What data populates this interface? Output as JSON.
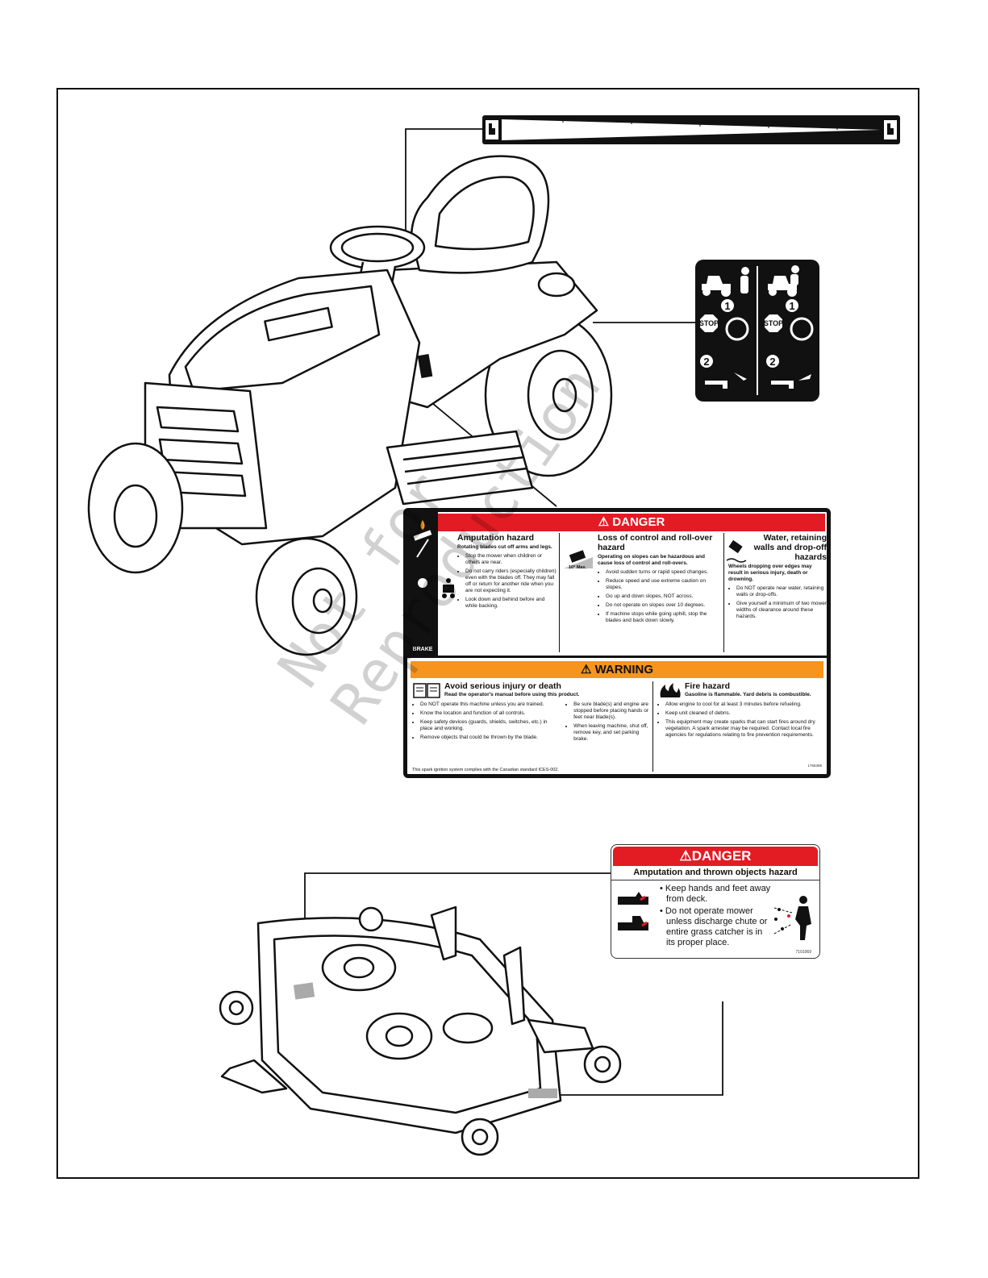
{
  "watermark": {
    "line1": "Not for",
    "line2": "Reproduction"
  },
  "pictogram_decal": {
    "step1": "1",
    "step2": "2",
    "stop_text": "STOP"
  },
  "main_decal": {
    "brake_label": "BRAKE",
    "danger_label": "DANGER",
    "amputation": {
      "title": "Amputation hazard",
      "subtitle": "Rotating blades cut off arms and legs.",
      "items": [
        "Stop the mower when children or others are near.",
        "Do not carry riders (especially children) even with the blades off. They may fall off or return for another ride when you  are not expecting it.",
        "Look down and behind before and while backing."
      ]
    },
    "rollover": {
      "title": "Loss of control and roll-over hazard",
      "slope_label": "10° Max.",
      "subtitle": "Operating on slopes can be hazardous and cause loss of control and roll-overs.",
      "items": [
        "Avoid sudden turns or rapid speed changes.",
        "Reduce speed and use extreme caution on slopes.",
        "Go up and down slopes, NOT across.",
        "Do not operate on slopes over 10 degrees.",
        "If machine stops while going uphill, stop the blades and back down slowly."
      ]
    },
    "water": {
      "title": "Water, retaining walls and drop-off hazards",
      "subtitle": "Wheels dropping over edges may result in serious injury, death or drowning.",
      "items": [
        "Do NOT operate near water, retaining walls or drop-offs.",
        "Give yourself a minimum of two mower widths of clearance around these hazards."
      ]
    },
    "warning_label": "WARNING",
    "injury": {
      "title": "Avoid serious injury or death",
      "subtitle": "Read the operator's manual before using this product.",
      "items_left": [
        "Do NOT operate this machine unless you are trained.",
        "Know the location and function of all controls.",
        "Keep safety devices (guards, shields, switches, etc.) in place and working.",
        "Remove objects that could be thrown by the blade."
      ],
      "items_right": [
        "Be sure blade(s) and engine are stopped before placing hands or feet near blade(s).",
        "When leaving machine, shut off, remove key, and set parking brake."
      ]
    },
    "fire": {
      "title": "Fire hazard",
      "subtitle": "Gasoline is flammable. Yard debris is combustible.",
      "items": [
        "Allow engine to cool for at least 3 minutes before refueling.",
        "Keep unit cleaned of debris.",
        "This equipment may create sparks that can start fires around dry vegetation. A spark arrester may be required. Contact local fire agencies for regulations relating to fire prevention requirements."
      ]
    },
    "canada_notice": "This spark ignition system complies with the Canadian standard ICES-002.",
    "part_code": "1766398"
  },
  "deck_decal": {
    "danger_label": "DANGER",
    "title": "Amputation and thrown objects hazard",
    "items": [
      "Keep hands and feet away from deck.",
      "Do not operate mower unless discharge chute or entire grass catcher is in its proper place."
    ],
    "part_code": "7101069"
  }
}
